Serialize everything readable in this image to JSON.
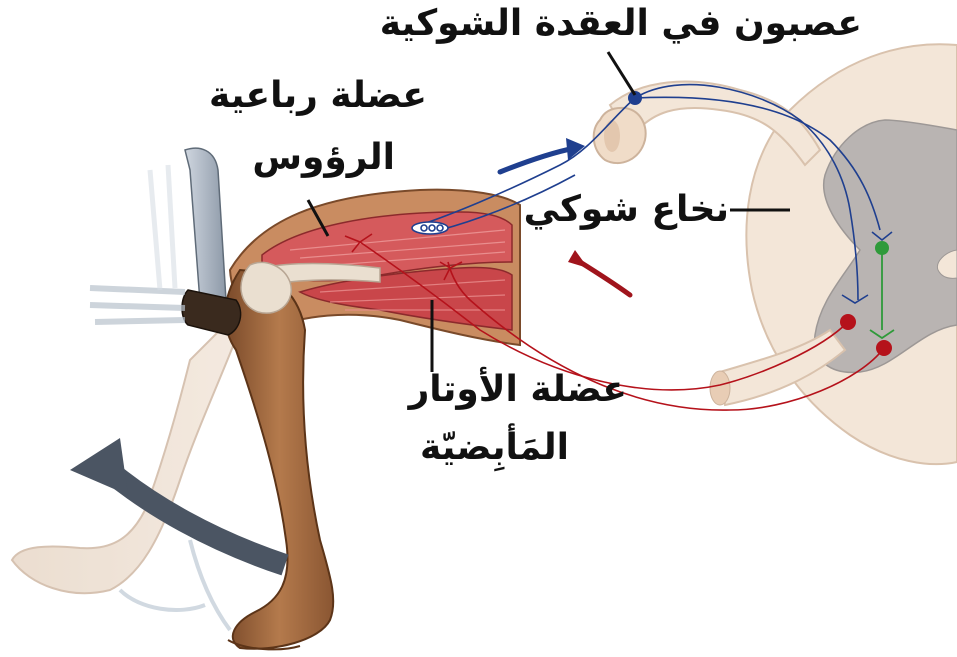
{
  "labels": {
    "ganglion_neuron": "عصبون في العقدة الشوكية",
    "quadriceps_line1": "عضلة رباعية",
    "quadriceps_line2": "الرؤوس",
    "spinal_cord": "نخاع شوكي",
    "hamstring_line1": "عضلة الأوتار",
    "hamstring_line2": "المَأبِضيّة"
  },
  "colors": {
    "sensory_neuron": "#1f3f8f",
    "motor_neuron": "#b5121b",
    "interneuron": "#2f9a3a",
    "muscle": "#c9464a",
    "skin": "#a86b43",
    "spinal_white_matter": "#f3e6d8",
    "spinal_gray_matter": "#b9b4b2",
    "movement_arrow": "#4b5563"
  }
}
